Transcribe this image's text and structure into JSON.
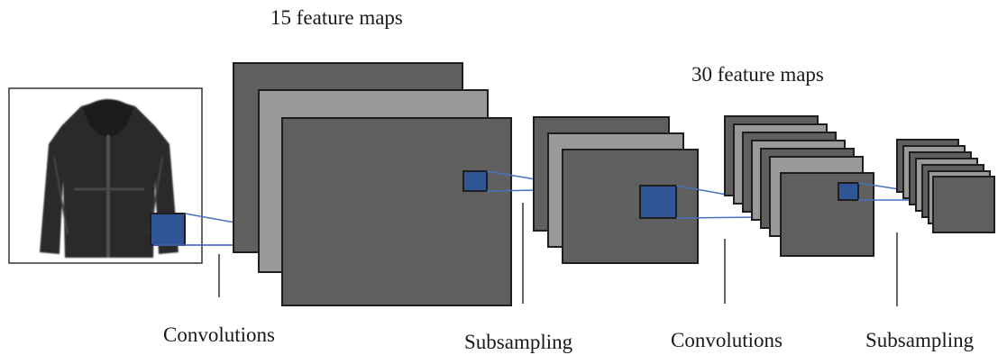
{
  "header_labels": {
    "first_maps": "15 feature maps",
    "second_maps": "30 feature maps"
  },
  "stage_labels": {
    "conv1": "Convolutions",
    "sub1": "Subsampling",
    "conv2": "Convolutions",
    "sub2": "Subsampling"
  },
  "colors": {
    "map_dark": "#5f5f5f",
    "map_light": "#999999",
    "kernel": "#2f5597",
    "connector": "#4a6fc2",
    "border": "#1e1e1e"
  },
  "input_image": {
    "subject": "jacket-image"
  }
}
